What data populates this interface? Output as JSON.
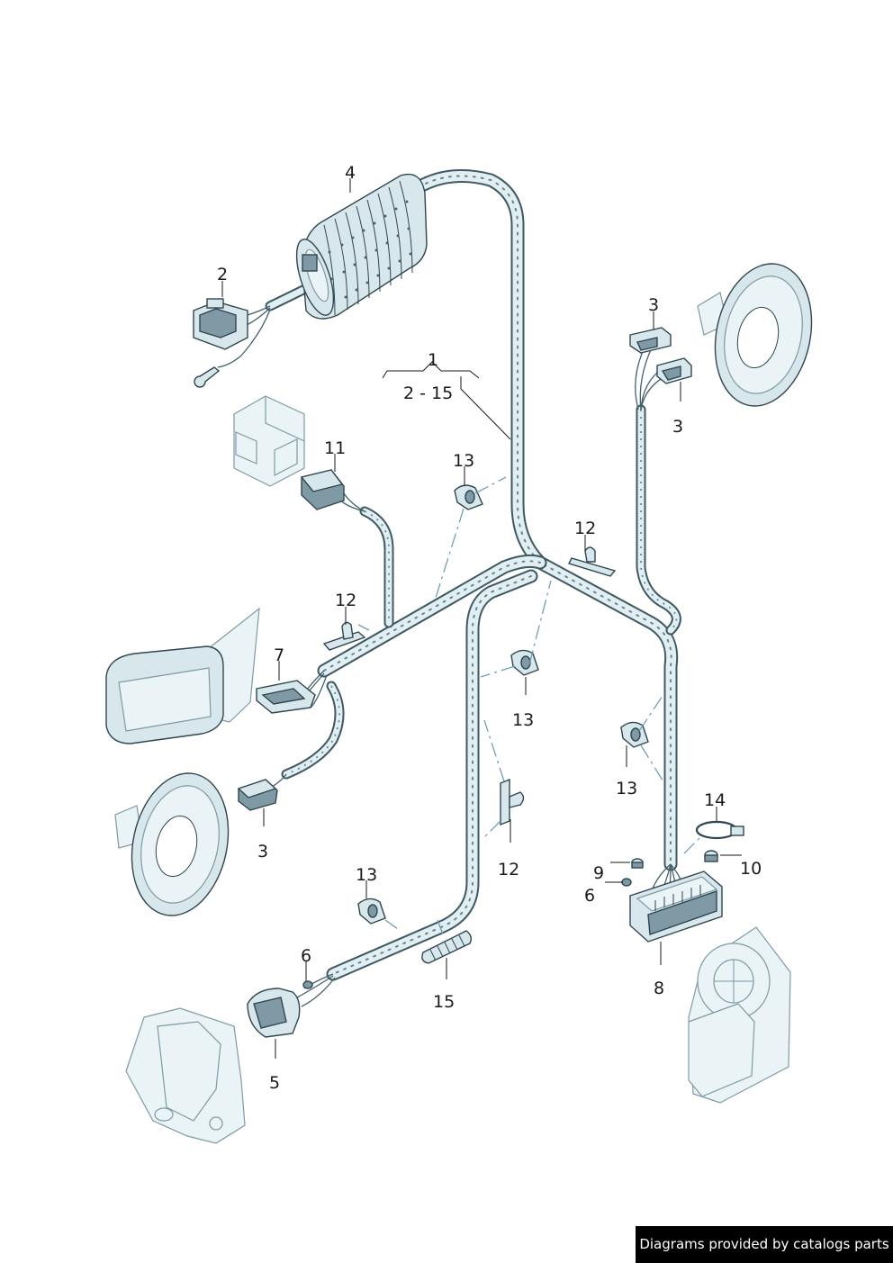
{
  "labels": {
    "main_part": "1",
    "range": "2 - 15",
    "p2": "2",
    "p3_top_a": "3",
    "p3_top_b": "3",
    "p3_left": "3",
    "p4": "4",
    "p5": "5",
    "p6_bottom": "6",
    "p6_right": "6",
    "p7": "7",
    "p8": "8",
    "p9": "9",
    "p10": "10",
    "p11": "11",
    "p12_left": "12",
    "p12_right": "12",
    "p12_lower": "12",
    "p13_top": "13",
    "p13_mid": "13",
    "p13_right": "13",
    "p13_bottom": "13",
    "p14": "14",
    "p15": "15"
  },
  "credit": "Diagrams provided by catalogs parts",
  "colors": {
    "line": "#2f4650",
    "part_fill": "#d7e7ec",
    "harness_outline": "#3f5963",
    "dash_leader": "#6f9fb1",
    "credit_bg": "#000000"
  }
}
